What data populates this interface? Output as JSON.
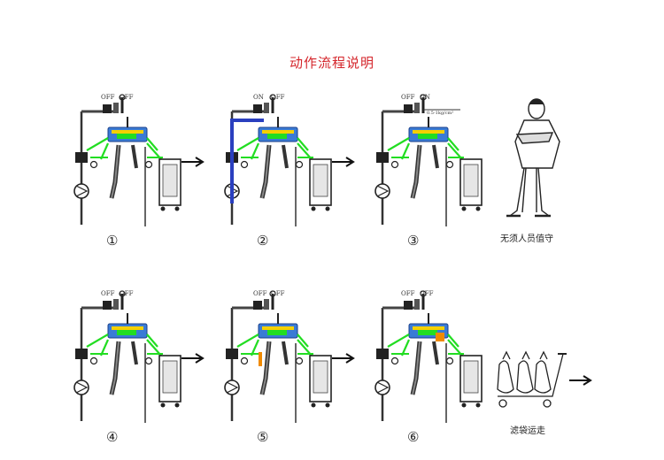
{
  "title": "动作流程说明",
  "steps": [
    {
      "number": "①",
      "valve_left": "OFF",
      "valve_right": "OFF",
      "note": ""
    },
    {
      "number": "②",
      "valve_left": "ON",
      "valve_right": "OFF",
      "note": ""
    },
    {
      "number": "③",
      "valve_left": "OFF",
      "valve_right": "ON",
      "note": "0.5-1kg/cm²"
    },
    {
      "number": "④",
      "valve_left": "OFF",
      "valve_right": "OFF",
      "note": ""
    },
    {
      "number": "⑤",
      "valve_left": "OFF",
      "valve_right": "OFF",
      "note": ""
    },
    {
      "number": "⑥",
      "valve_left": "OFF",
      "valve_right": "OFF",
      "note": ""
    }
  ],
  "side_captions": [
    "无须人员值守",
    "滤袋运走"
  ],
  "colors": {
    "title": "#d4242a",
    "pipe_green": "#22dd22",
    "pipe_blue": "#2a3fbf",
    "vessel_blue": "#3a7bd5",
    "accent_yellow": "#f5d000",
    "accent_orange": "#f08a00"
  }
}
